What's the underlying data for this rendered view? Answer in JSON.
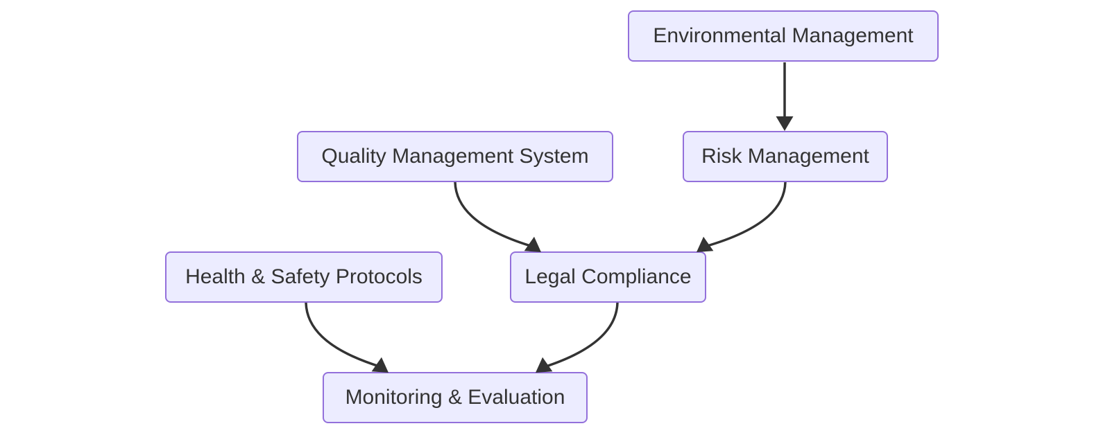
{
  "diagram": {
    "kind": "flowchart",
    "direction": "top-down",
    "colors": {
      "background": "#FFFFFF",
      "node_fill": "#ECECFF",
      "node_border": "#9370DB",
      "node_text": "#333333",
      "edge": "#333333"
    },
    "nodes": [
      {
        "id": "env",
        "label": "Environmental Management"
      },
      {
        "id": "qms",
        "label": "Quality Management System"
      },
      {
        "id": "risk",
        "label": "Risk Management"
      },
      {
        "id": "hsp",
        "label": "Health & Safety Protocols"
      },
      {
        "id": "legal",
        "label": "Legal Compliance"
      },
      {
        "id": "monitor",
        "label": "Monitoring & Evaluation"
      }
    ],
    "edges": [
      {
        "from": "Environmental Management",
        "to": "Risk Management"
      },
      {
        "from": "Quality Management System",
        "to": "Legal Compliance"
      },
      {
        "from": "Risk Management",
        "to": "Legal Compliance"
      },
      {
        "from": "Health & Safety Protocols",
        "to": "Monitoring & Evaluation"
      },
      {
        "from": "Legal Compliance",
        "to": "Monitoring & Evaluation"
      }
    ]
  }
}
